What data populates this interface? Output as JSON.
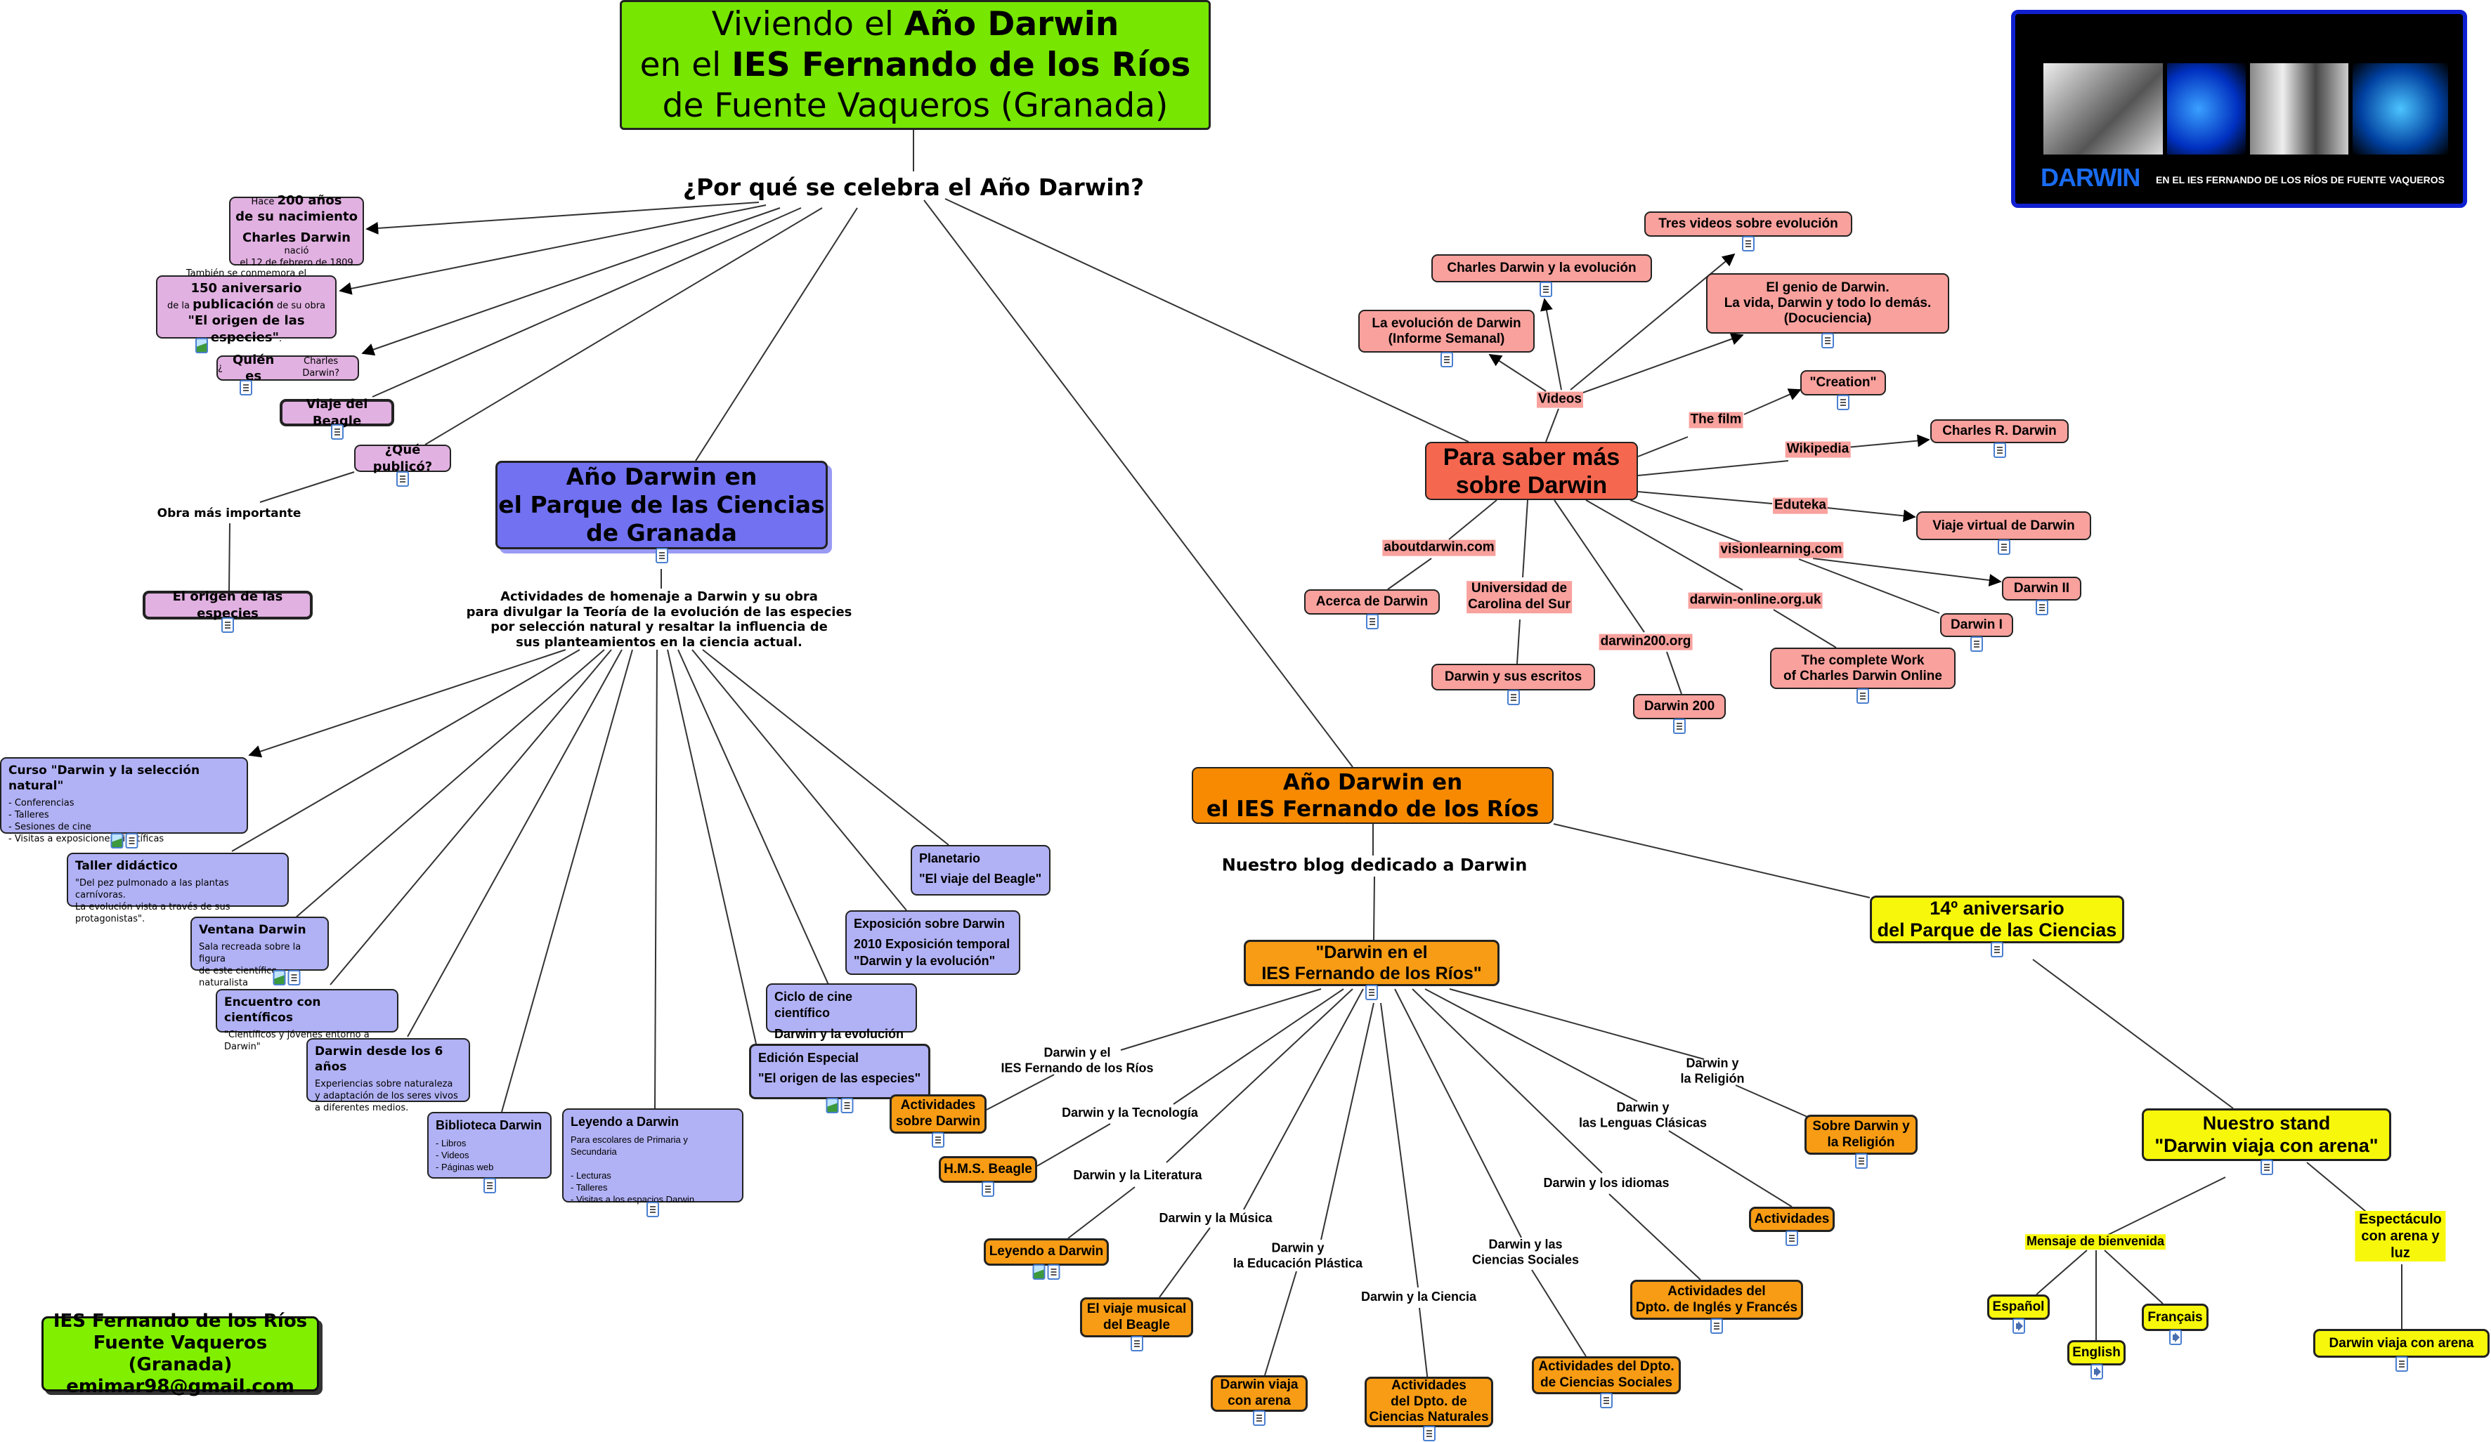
{
  "title": {
    "l1_pre": "Viviendo el ",
    "l1_bold": "Año Darwin",
    "l2_pre": "en el ",
    "l2_bold": "IES Fernando de los Ríos",
    "l3": "de Fuente Vaqueros (Granada)"
  },
  "why_label": "¿Por qué se celebra el Año Darwin?",
  "logo": {
    "word": "DARWIN",
    "rest": "EN EL IES FERNANDO DE LOS RÍOS DE FUENTE VAQUEROS"
  },
  "why": {
    "hace": {
      "p1": "Hace ",
      "b1": "200 años",
      "b2": "de su nacimiento",
      "b3": "Charles Darwin",
      "p2": " nació",
      "p3": "el 12 de febrero de 1809"
    },
    "tambien": {
      "p1": "También se conmemora el",
      "b1": "150 aniversario",
      "p2": "de la ",
      "b2": "publicación",
      "p3": " de su obra",
      "b3": "\"El origen de las especies\"",
      "p4": "."
    },
    "quien": {
      "p1": "¿",
      "b1": "Quién es",
      "p2": " Charles Darwin?"
    },
    "viaje": "Viaje del Beagle",
    "que_publico": "¿Qué publicó?",
    "obra_label": "Obra más importante",
    "origen": "El origen de las especies"
  },
  "parque": {
    "title": "Año Darwin en\nel Parque de las Ciencias\nde Granada",
    "desc": "Actividades de homenaje a Darwin y su obra\npara divulgar la Teoría de la evolución de las especies\npor selección natural y resaltar la influencia de\nsus planteamientos en la ciencia actual.",
    "activities": [
      {
        "title": "Curso \"Darwin y la selección natural\"",
        "body": "- Conferencias\n- Talleres\n- Sesiones de cine\n- Visitas a exposiciones científicas"
      },
      {
        "title": "Taller didáctico",
        "body": "\"Del pez pulmonado a las plantas carnívoras.\nLa evolución vista a través de sus protagonistas\"."
      },
      {
        "title": "Ventana Darwin",
        "body": "Sala recreada sobre la figura\nde este científico naturalista"
      },
      {
        "title": "Encuentro con científicos",
        "body": "\"Científicos y jóvenes entorno a Darwin\""
      },
      {
        "title": "Darwin desde los 6 años",
        "body": "Experiencias sobre naturaleza\ny adaptación de los seres vivos\na diferentes medios."
      },
      {
        "title": "Biblioteca Darwin",
        "body": "- Libros\n- Videos\n- Páginas web"
      },
      {
        "title": "Leyendo a Darwin",
        "body": "Para escolares de Primaria y Secundaria\n\n- Lecturas\n- Talleres\n- Visitas a los espacios Darwin"
      },
      {
        "title": "Edición Especial",
        "body": "\"El origen de las especies\""
      },
      {
        "title": "Ciclo de cine científico",
        "body": "Darwin y la evolución"
      },
      {
        "title": "Exposición sobre Darwin",
        "body": "2010 Exposición temporal\n\"Darwin y la evolución\""
      },
      {
        "title": "Planetario",
        "body": "\"El viaje del Beagle\""
      }
    ]
  },
  "saber": {
    "title": "Para saber más\nsobre Darwin",
    "labels": {
      "videos": "Videos",
      "film": "The film",
      "wikipedia": "Wikipedia",
      "eduteka": "Eduteka",
      "vision": "visionlearning.com",
      "online": "darwin-online.org.uk",
      "d200": "darwin200.org",
      "carolina": "Universidad de\nCarolina del Sur",
      "about": "aboutdarwin.com"
    },
    "nodes": {
      "tres": "Tres videos sobre evolución",
      "cdevol": "Charles Darwin y la evolución",
      "informe": "La evolución de Darwin\n(Informe Semanal)",
      "genio": "El genio de Darwin.\nLa vida, Darwin y todo lo demás.\n(Docuciencia)",
      "creation": "\"Creation\"",
      "crd": "Charles R. Darwin",
      "virtual": "Viaje virtual de Darwin",
      "d2": "Darwin II",
      "d1": "Darwin I",
      "complete": "The complete Work\nof Charles Darwin Online",
      "d200": "Darwin 200",
      "escritos": "Darwin y sus escritos",
      "acerca": "Acerca de Darwin"
    }
  },
  "ies": {
    "title": "Año Darwin en\nel IES Fernando de los Ríos",
    "blog_label": "Nuestro blog dedicado a Darwin",
    "blog_node": "\"Darwin en el\nIES Fernando de los Ríos\"",
    "branches": [
      {
        "label": "Darwin y el\nIES Fernando de los Ríos",
        "node": "Actividades\nsobre Darwin"
      },
      {
        "label": "Darwin y la Tecnología",
        "node": "H.M.S. Beagle"
      },
      {
        "label": "Darwin y la Literatura",
        "node": "Leyendo a Darwin"
      },
      {
        "label": "Darwin y la Música",
        "node": "El viaje musical\ndel Beagle"
      },
      {
        "label": "Darwin y\nla Educación Plástica",
        "node": "Darwin viaja\ncon arena"
      },
      {
        "label": "Darwin y la Ciencia",
        "node": "Actividades\ndel Dpto. de\nCiencias Naturales"
      },
      {
        "label": "Darwin y las\nCiencias Sociales",
        "node": "Actividades del Dpto.\nde Ciencias Sociales"
      },
      {
        "label": "Darwin y los idiomas",
        "node": "Actividades del\nDpto. de Inglés y Francés"
      },
      {
        "label": "Darwin y\nlas Lenguas Clásicas",
        "node": "Actividades"
      },
      {
        "label": "Darwin y\nla Religión",
        "node": "Sobre Darwin y\nla Religión"
      }
    ]
  },
  "aniversario": {
    "title": "14º aniversario\ndel Parque de las Ciencias",
    "stand": "Nuestro stand\n\"Darwin viaja con arena\"",
    "mensaje_label": "Mensaje de bienvenida",
    "espectaculo_label": "Espectáculo\ncon arena y luz",
    "languages": [
      "Español",
      "English",
      "Français"
    ],
    "show": "Darwin viaja con arena"
  },
  "footer": {
    "l1": "IES Fernando de los Ríos",
    "l2": "Fuente Vaqueros (Granada)",
    "l3": "emimar98@gmail.com"
  }
}
